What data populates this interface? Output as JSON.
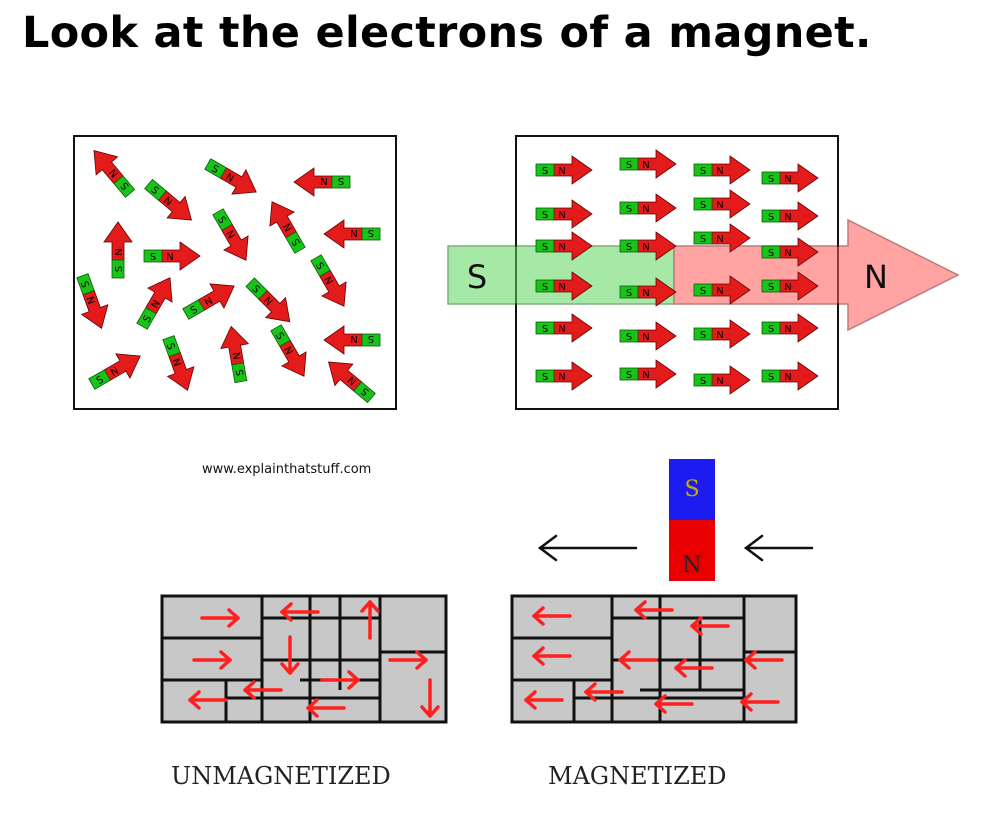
{
  "title": "Look at the electrons of a magnet.",
  "colors": {
    "north": "#e41b1b",
    "south": "#18c418",
    "arrow": "#ff1f1f",
    "domain_fill": "#c8c8c8",
    "magnet_south": "#1c1cf0",
    "magnet_north": "#e80000"
  },
  "panel_top_left": {
    "dipole_labels": {
      "south": "S",
      "north": "N"
    }
  },
  "panel_top_right": {
    "field_south": "S",
    "field_north": "N",
    "dipole_labels": {
      "south": "S",
      "north": "N"
    }
  },
  "website": "www.explainthatstuff.com",
  "bar_magnet": {
    "south": "S",
    "north": "N"
  },
  "captions": {
    "left": "UNMAGNETIZED",
    "right": "MAGNETIZED"
  }
}
